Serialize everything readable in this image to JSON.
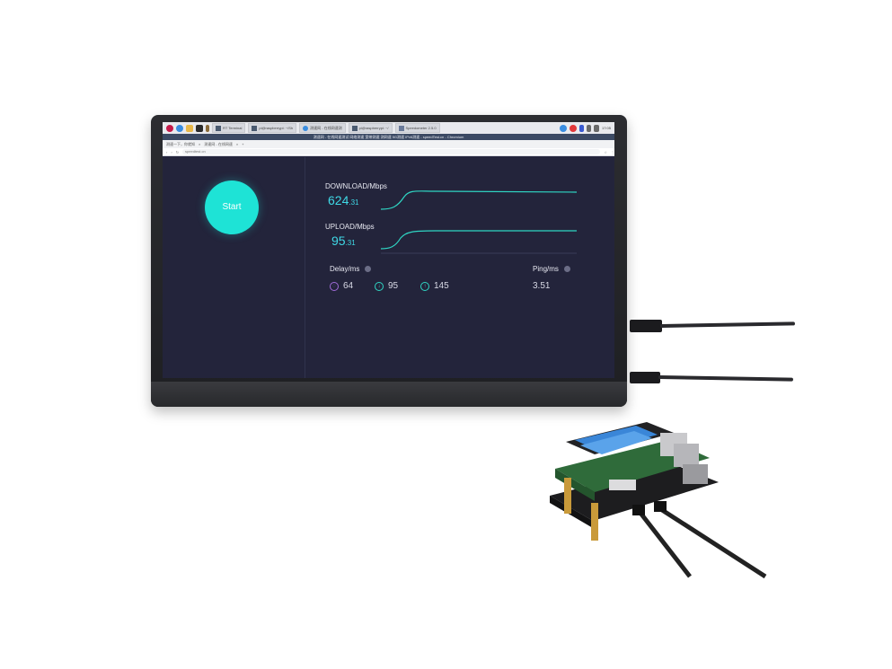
{
  "taskbar": {
    "tasks": [
      {
        "label": "RT Terminal"
      },
      {
        "label": "pi@raspberrypi: ~/Sh"
      },
      {
        "label": "测速网 - 在线网速测"
      },
      {
        "label": "pi@raspberrypi: ~/"
      },
      {
        "label": "Speedometer 2.5.0"
      }
    ],
    "clock": "17:05"
  },
  "browser": {
    "window_title": "测速网 - 在线网速测试 网络测速 宽带测速 测网速 5G测速 IPv6测速 - speedTest.cn - Chromium",
    "tabs": [
      {
        "label": "测速一下，你就知"
      },
      {
        "label": "测速网 - 在线网速"
      }
    ],
    "url": "speedtest.cn"
  },
  "speedtest": {
    "start_label": "Start",
    "download_label": "DOWNLOAD/Mbps",
    "download_int": "624",
    "download_dec": ".31",
    "upload_label": "UPLOAD/Mbps",
    "upload_int": "95",
    "upload_dec": ".31",
    "delay_label": "Delay/ms",
    "delay_values": [
      "64",
      "95",
      "145"
    ],
    "ping_label": "Ping/ms",
    "ping_value": "3.51",
    "accent_color": "#1ee3d6"
  }
}
